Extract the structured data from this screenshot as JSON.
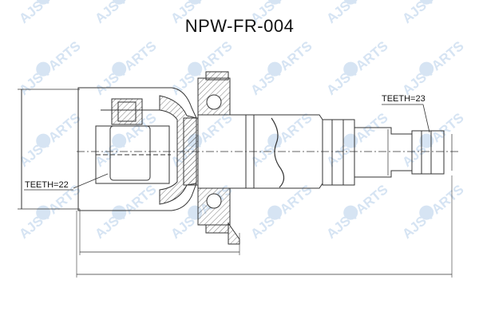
{
  "part_number": "NPW-FR-004",
  "callouts": {
    "teeth_inner": "TEETH=22",
    "teeth_outer": "TEETH=23"
  },
  "watermark": {
    "text": "AJS PARTS",
    "color": "#d6e4f3"
  },
  "colors": {
    "line": "#333333",
    "hatch": "#555555"
  }
}
